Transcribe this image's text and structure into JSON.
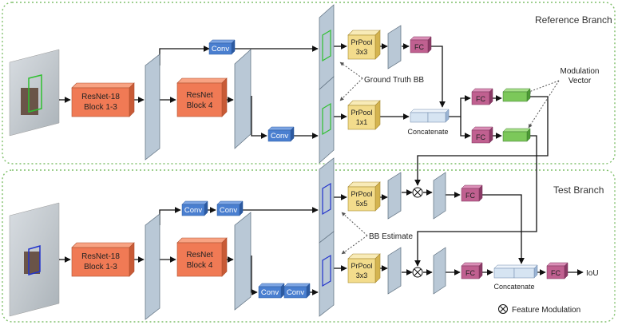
{
  "branches": {
    "reference": "Reference Branch",
    "test": "Test Branch"
  },
  "blocks": {
    "resnet18": "ResNet-18",
    "block13": "Block 1-3",
    "resnet": "ResNet",
    "block4": "Block 4",
    "conv": "Conv",
    "prpool": "PrPool",
    "size3x3": "3x3",
    "size1x1": "1x1",
    "size5x5": "5x5",
    "fc": "FC",
    "concatenate": "Concatenate"
  },
  "annotations": {
    "ground_truth_bb": "Ground Truth BB",
    "modulation_vector_line1": "Modulation",
    "modulation_vector_line2": "Vector",
    "bb_estimate": "BB Estimate",
    "iou": "IoU",
    "feature_modulation": "Feature Modulation"
  },
  "colors": {
    "resnet": "#f07a55",
    "conv": "#4a7fd0",
    "prpool": "#f3dc8c",
    "fc": "#c06090",
    "green": "#7cc85a",
    "feature_map": "#b9c8d6",
    "concat": "#d6e4f2",
    "border_dotted": "#7fbf6a"
  }
}
